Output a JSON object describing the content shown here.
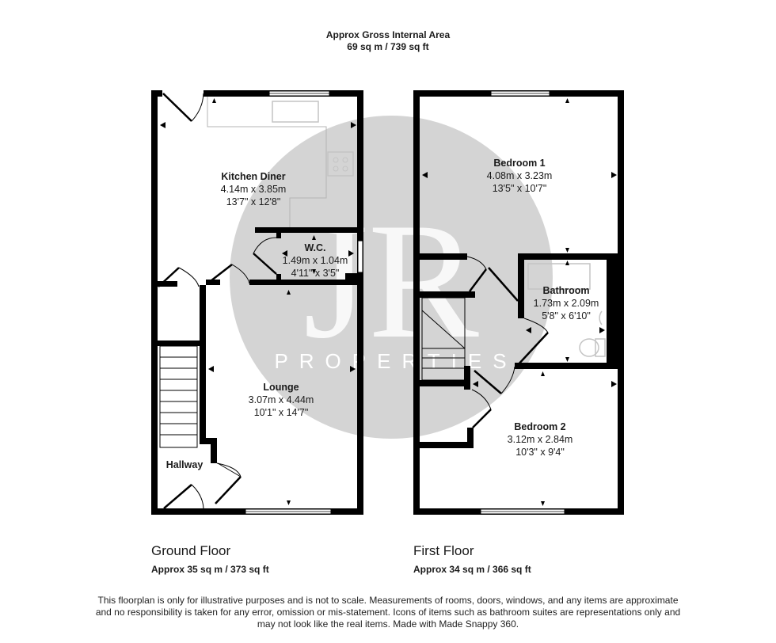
{
  "header": {
    "title_line1": "Approx Gross Internal Area",
    "title_line2": "69 sq m / 739 sq ft"
  },
  "watermark": {
    "monogram": "JR",
    "text": "PROPERTIES",
    "circle_color": "#d4d4d4"
  },
  "colors": {
    "wall": "#000000",
    "fixture_line": "#b5b5b5",
    "background": "#ffffff"
  },
  "floors": [
    {
      "label": "Ground Floor",
      "area": "Approx 35 sq m / 373 sq ft",
      "rooms": [
        {
          "name": "Kitchen Diner",
          "metric": "4.14m x 3.85m",
          "imperial": "13'7\" x 12'8\""
        },
        {
          "name": "W.C.",
          "metric": "1.49m x 1.04m",
          "imperial": "4'11\" x 3'5\""
        },
        {
          "name": "Lounge",
          "metric": "3.07m x 4.44m",
          "imperial": "10'1\" x 14'7\""
        },
        {
          "name": "Hallway"
        }
      ]
    },
    {
      "label": "First Floor",
      "area": "Approx 34 sq m / 366 sq ft",
      "rooms": [
        {
          "name": "Bedroom 1",
          "metric": "4.08m x 3.23m",
          "imperial": "13'5\" x 10'7\""
        },
        {
          "name": "Bathroom",
          "metric": "1.73m x 2.09m",
          "imperial": "5'8\" x 6'10\""
        },
        {
          "name": "Bedroom 2",
          "metric": "3.12m x 2.84m",
          "imperial": "10'3\" x 9'4\""
        }
      ]
    }
  ],
  "footer": {
    "disclaimer_line1": "This floorplan is only for illustrative purposes and is not to scale. Measurements of rooms, doors, windows, and any items are approximate",
    "disclaimer_line2": "and no responsibility is taken for any error, omission or mis-statement. Icons of items such as bathroom suites are representations only and",
    "disclaimer_line3": "may not look like the real items. Made with Made Snappy 360."
  }
}
